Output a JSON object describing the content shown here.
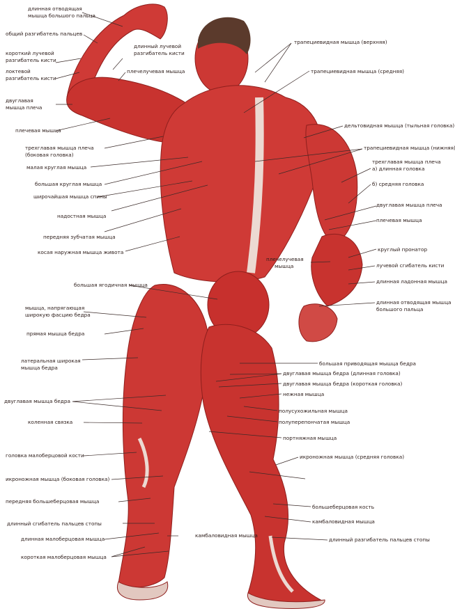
{
  "colors": {
    "muscle": "#cf3a36",
    "muscle_dark": "#a42321",
    "tendon": "#ecd9d2",
    "line": "#3a2a28",
    "text": "#2b1b18"
  },
  "labels": {
    "l1": "длинная отводящая",
    "l1b": "мышца большого пальца",
    "l2": "общий разгибатель пальцев",
    "l3": "короткий лучевой",
    "l3b": "разгибатель кисти",
    "l4": "локтевой",
    "l4b": "разгибатель кисти",
    "l5": "двуглавая",
    "l5b": "мышца плеча",
    "l6": "плечевая мышца",
    "l7": "трехглавая мышца плеча",
    "l7b": "(боковая головка)",
    "l8": "малая круглая мышца",
    "l9": "большая круглая мышца",
    "l10": "широчайшая мышца спины",
    "l11": "надостная мышца",
    "l12": "передняя зубчатая мышца",
    "l13": "косая наружная мышца живота",
    "l14": "большая ягодичная мышца",
    "l15": "мышца, напрягающая",
    "l15b": "широкую фасцию бедра",
    "l16": "прямая мышца бедра",
    "l17": "латеральная широкая",
    "l17b": "мышца бедра",
    "l18": "двуглавая мышца бедра",
    "l19": "коленная связка",
    "l20": "головка малоберцовой кости",
    "l21": "икроножная мышца (боковая головка)",
    "l22": "передняя большеберцовая мышца",
    "l23": "длинный сгибатель пальцев стопы",
    "l24": "длинная малоберцовая мышца",
    "l25": "короткая малоберцовая мышца",
    "m1": "длинный лучевой",
    "m1b": "разгибатель кисти",
    "m2": "плечелучевая мышца",
    "m3": "камбаловидная мышца",
    "r1": "трапециевидная мышца (верхняя)",
    "r2": "трапециевидная мышца (средняя)",
    "r3": "дельтовидная мышца (тыльная головка)",
    "r4": "трапециевидная мышца (нижняя)",
    "r5": "трехглавая мышца плеча",
    "r5b": "а) длинная головка",
    "r6": "б)  средняя головка",
    "r7": "двуглавая мышца плеча",
    "r8": "плечевая мышца",
    "r9": "круглый пронатор",
    "r10": "плечелучевая",
    "r10b": "мышца",
    "r11": "лучевой сгибатель кисти",
    "r12": "длинная ладонная мышца",
    "r13": "длинная отводящая мышца",
    "r13b": "большого пальца",
    "r14": "большая приводящая мышца бедра",
    "r15": "двуглавая мышца бедра (длинная головка)",
    "r16": "двуглавая мышца бедра  (короткая головка)",
    "r17": "нежная мышца",
    "r18": "полусухожильная мышца",
    "r19": "полуперепончатая мышца",
    "r20": "портняжная мышца",
    "r21": "икроножная мышца (средняя головка)",
    "r22": "большеберцовая кость",
    "r23": "камбаловидная мышца",
    "r24": "длинный разгибатель пальцев стопы"
  }
}
